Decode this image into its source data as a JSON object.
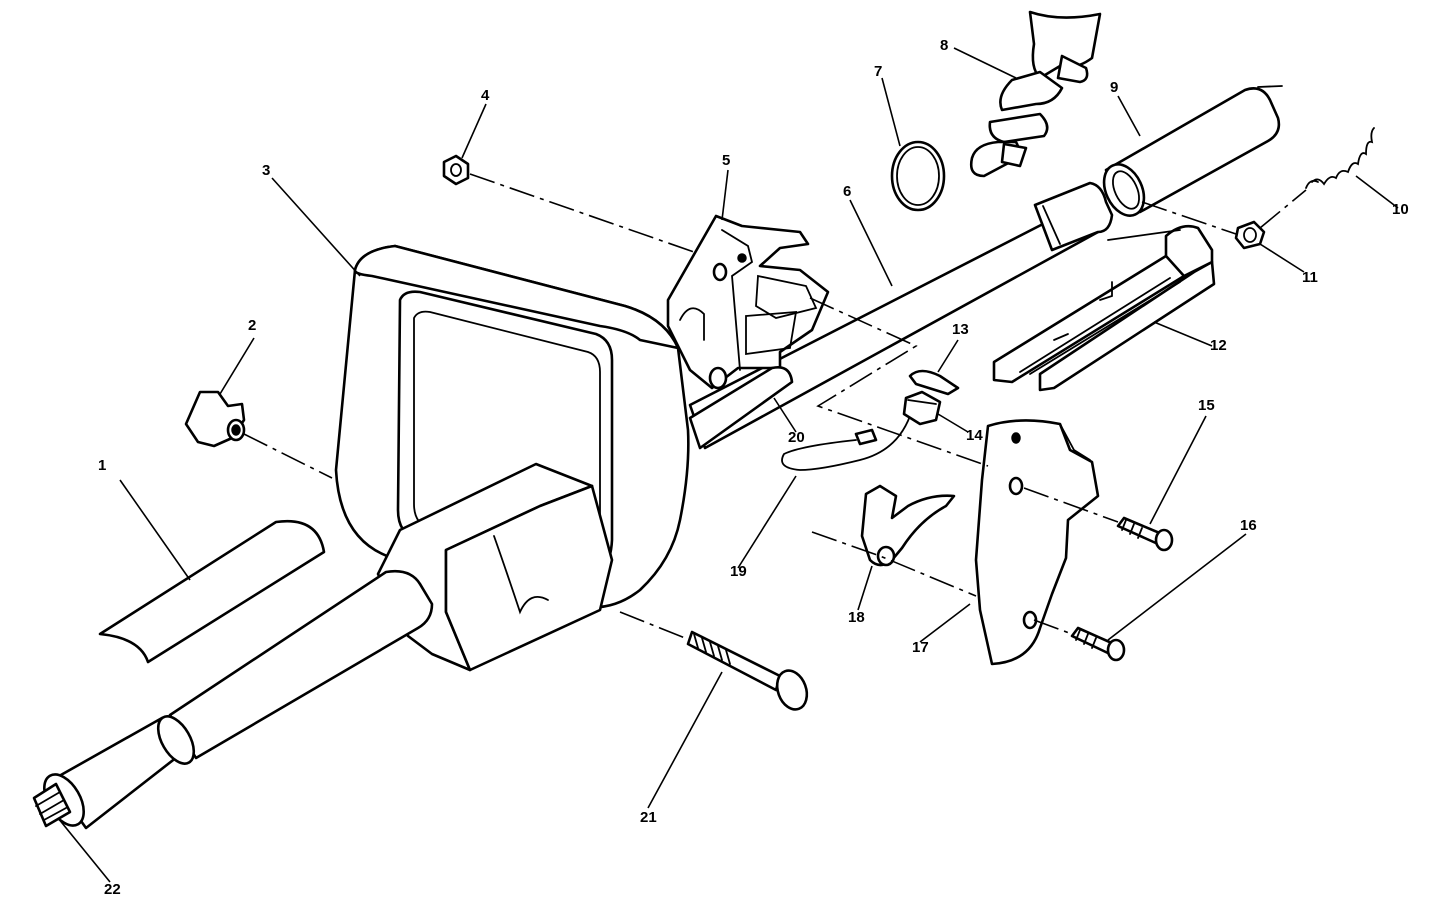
{
  "diagram": {
    "callouts": [
      {
        "id": "c1",
        "label": "1"
      },
      {
        "id": "c2",
        "label": "2"
      },
      {
        "id": "c3",
        "label": "3"
      },
      {
        "id": "c4",
        "label": "4"
      },
      {
        "id": "c5",
        "label": "5"
      },
      {
        "id": "c6",
        "label": "6"
      },
      {
        "id": "c7",
        "label": "7"
      },
      {
        "id": "c8",
        "label": "8"
      },
      {
        "id": "c9",
        "label": "9"
      },
      {
        "id": "c10",
        "label": "10"
      },
      {
        "id": "c11",
        "label": "11"
      },
      {
        "id": "c12",
        "label": "12"
      },
      {
        "id": "c13",
        "label": "13"
      },
      {
        "id": "c14",
        "label": "14"
      },
      {
        "id": "c15",
        "label": "15"
      },
      {
        "id": "c16",
        "label": "16"
      },
      {
        "id": "c17",
        "label": "17"
      },
      {
        "id": "c18",
        "label": "18"
      },
      {
        "id": "c19",
        "label": "19"
      },
      {
        "id": "c20",
        "label": "20"
      },
      {
        "id": "c21",
        "label": "21"
      },
      {
        "id": "c22",
        "label": "22"
      }
    ],
    "colors": {
      "line": "#000000",
      "paper": "#ffffff"
    }
  }
}
